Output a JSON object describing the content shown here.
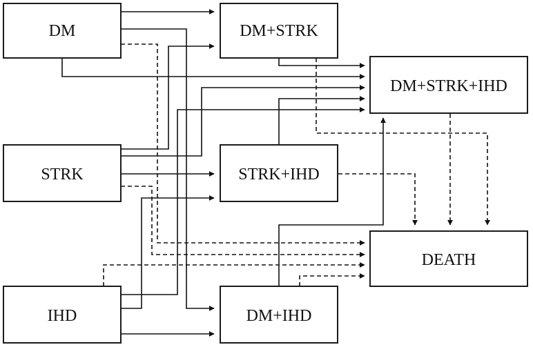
{
  "nodes": {
    "dm": "DM",
    "strk": "STRK",
    "ihd": "IHD",
    "dm_strk": "DM+STRK",
    "strk_ihd": "STRK+IHD",
    "dm_ihd": "DM+IHD",
    "dm_strk_ihd": "DM+STRK+IHD",
    "death": "DEATH"
  },
  "transitions": [
    {
      "from": "DM",
      "to": "DM+STRK",
      "style": "solid"
    },
    {
      "from": "DM",
      "to": "DM+IHD",
      "style": "solid"
    },
    {
      "from": "DM",
      "to": "DM+STRK+IHD",
      "style": "solid"
    },
    {
      "from": "DM",
      "to": "DEATH",
      "style": "dashed"
    },
    {
      "from": "STRK",
      "to": "DM+STRK",
      "style": "solid"
    },
    {
      "from": "STRK",
      "to": "STRK+IHD",
      "style": "solid"
    },
    {
      "from": "STRK",
      "to": "DM+STRK+IHD",
      "style": "solid"
    },
    {
      "from": "STRK",
      "to": "DEATH",
      "style": "dashed"
    },
    {
      "from": "IHD",
      "to": "STRK+IHD",
      "style": "solid"
    },
    {
      "from": "IHD",
      "to": "DM+IHD",
      "style": "solid"
    },
    {
      "from": "IHD",
      "to": "DM+STRK+IHD",
      "style": "solid"
    },
    {
      "from": "IHD",
      "to": "DEATH",
      "style": "dashed"
    },
    {
      "from": "DM+STRK",
      "to": "DM+STRK+IHD",
      "style": "solid"
    },
    {
      "from": "DM+STRK",
      "to": "DEATH",
      "style": "dashed"
    },
    {
      "from": "STRK+IHD",
      "to": "DM+STRK+IHD",
      "style": "solid"
    },
    {
      "from": "STRK+IHD",
      "to": "DEATH",
      "style": "dashed"
    },
    {
      "from": "DM+IHD",
      "to": "DM+STRK+IHD",
      "style": "solid"
    },
    {
      "from": "DM+IHD",
      "to": "DEATH",
      "style": "dashed"
    },
    {
      "from": "DM+STRK+IHD",
      "to": "DEATH",
      "style": "dashed"
    }
  ]
}
